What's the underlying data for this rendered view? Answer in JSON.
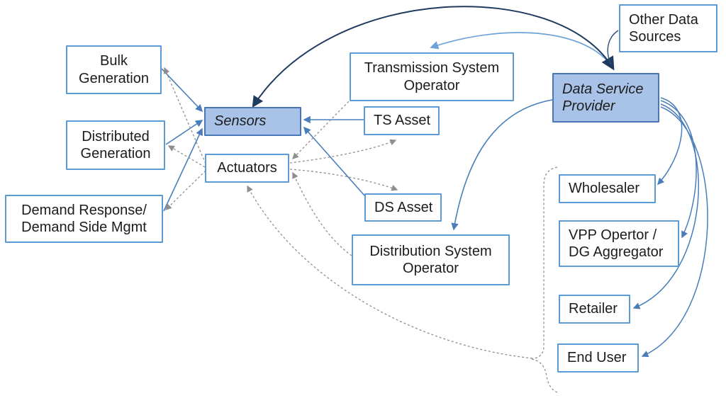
{
  "diagram": {
    "type": "flow-diagram",
    "topic": "Smart grid sensor/actuator data flows via a Data Service Provider"
  },
  "colors": {
    "node_fill": "#a9c3e8",
    "node_border_filled": "#4a76b8",
    "node_border_outline": "#5b9bd5",
    "arrow_blue": "#4a7ebb",
    "arrow_light_blue": "#6ea2d8",
    "arrow_navy": "#1f3a5f",
    "arrow_gray": "#8f8f8f",
    "text": "#1c1c1c"
  },
  "nodes": {
    "bulk_generation": {
      "label": "Bulk\nGeneration"
    },
    "distributed_generation": {
      "label": "Distributed\nGeneration"
    },
    "demand_response": {
      "label": "Demand Response/\nDemand Side Mgmt"
    },
    "sensors": {
      "label": "Sensors"
    },
    "actuators": {
      "label": "Actuators"
    },
    "transmission_system_operator": {
      "label": "Transmission System\nOperator"
    },
    "ts_asset": {
      "label": "TS Asset"
    },
    "ds_asset": {
      "label": "DS Asset"
    },
    "distribution_system_operator": {
      "label": "Distribution System\nOperator"
    },
    "other_data_sources": {
      "label": "Other Data\nSources"
    },
    "data_service_provider": {
      "label": "Data Service\nProvider"
    },
    "wholesaler": {
      "label": "Wholesaler"
    },
    "vpp_dg_aggregator": {
      "label": "VPP Opertor /\nDG Aggregator"
    },
    "retailer": {
      "label": "Retailer"
    },
    "end_user": {
      "label": "End User"
    }
  },
  "edges": [
    {
      "from": "bulk_generation",
      "to": "sensors",
      "style": "solid-blue"
    },
    {
      "from": "distributed_generation",
      "to": "sensors",
      "style": "solid-blue"
    },
    {
      "from": "demand_response",
      "to": "sensors",
      "style": "solid-blue"
    },
    {
      "from": "ts_asset",
      "to": "sensors",
      "style": "solid-blue"
    },
    {
      "from": "ds_asset",
      "to": "sensors",
      "style": "solid-blue"
    },
    {
      "from": "sensors",
      "to": "data_service_provider",
      "style": "solid-navy-curve",
      "bidirectional": true
    },
    {
      "from": "other_data_sources",
      "to": "data_service_provider",
      "style": "solid-navy"
    },
    {
      "from": "data_service_provider",
      "to": "transmission_system_operator",
      "style": "solid-light-blue-curve"
    },
    {
      "from": "data_service_provider",
      "to": "distribution_system_operator",
      "style": "solid-blue-curve"
    },
    {
      "from": "data_service_provider",
      "to": "wholesaler",
      "style": "solid-blue-curve"
    },
    {
      "from": "data_service_provider",
      "to": "vpp_dg_aggregator",
      "style": "solid-blue-curve"
    },
    {
      "from": "data_service_provider",
      "to": "retailer",
      "style": "solid-blue-curve"
    },
    {
      "from": "data_service_provider",
      "to": "end_user",
      "style": "solid-blue-curve"
    },
    {
      "from": "actuators",
      "to": "bulk_generation",
      "style": "dashed-gray"
    },
    {
      "from": "actuators",
      "to": "distributed_generation",
      "style": "dashed-gray"
    },
    {
      "from": "actuators",
      "to": "demand_response",
      "style": "dashed-gray"
    },
    {
      "from": "actuators",
      "to": "ts_asset",
      "style": "dashed-gray"
    },
    {
      "from": "actuators",
      "to": "ds_asset",
      "style": "dashed-gray"
    },
    {
      "from": "transmission_system_operator",
      "to": "actuators",
      "style": "dashed-gray"
    },
    {
      "from": "distribution_system_operator",
      "to": "actuators",
      "style": "dashed-gray"
    },
    {
      "from": "market_actors_group",
      "to": "actuators",
      "style": "dashed-gray"
    }
  ]
}
